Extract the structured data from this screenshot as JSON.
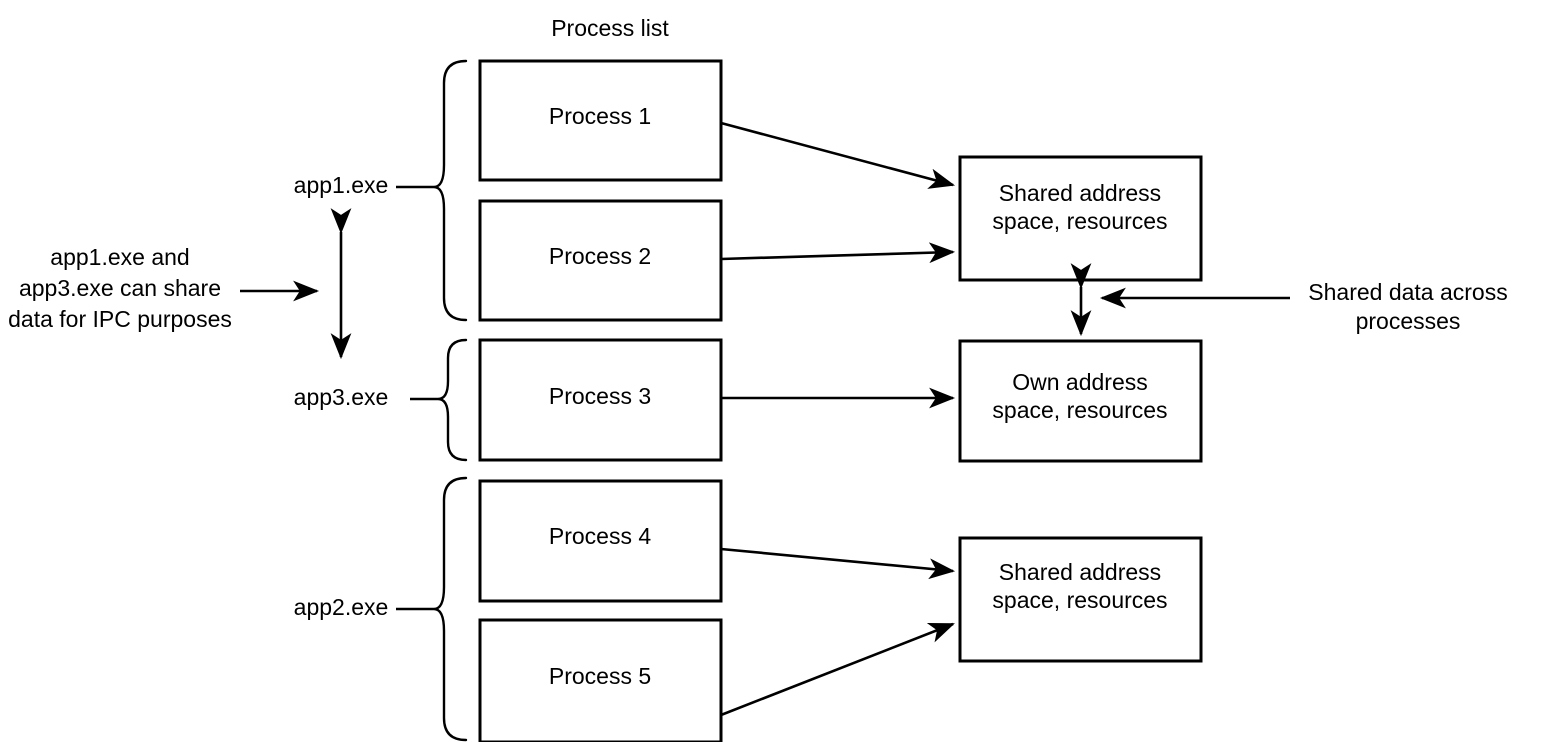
{
  "diagram": {
    "title": "Process list",
    "app_labels": [
      {
        "id": "app1",
        "text": "app1.exe"
      },
      {
        "id": "app3",
        "text": "app3.exe"
      },
      {
        "id": "app2",
        "text": "app2.exe"
      }
    ],
    "ipc_note": {
      "line1": "app1.exe and",
      "line2": "app3.exe can share",
      "line3": "data for IPC purposes"
    },
    "processes": [
      {
        "id": "process-1",
        "label": "Process 1"
      },
      {
        "id": "process-2",
        "label": "Process 2"
      },
      {
        "id": "process-3",
        "label": "Process 3"
      },
      {
        "id": "process-4",
        "label": "Process 4"
      },
      {
        "id": "process-5",
        "label": "Process 5"
      }
    ],
    "memory_boxes": [
      {
        "id": "shared-top",
        "line1": "Shared address",
        "line2": "space, resources"
      },
      {
        "id": "own",
        "line1": "Own address",
        "line2": "space, resources"
      },
      {
        "id": "shared-bottom",
        "line1": "Shared address",
        "line2": "space, resources"
      }
    ],
    "shared_note": {
      "line1": "Shared data across",
      "line2": "processes"
    },
    "colors": {
      "stroke": "#000000",
      "fill": "#ffffff",
      "text": "#000000"
    }
  }
}
